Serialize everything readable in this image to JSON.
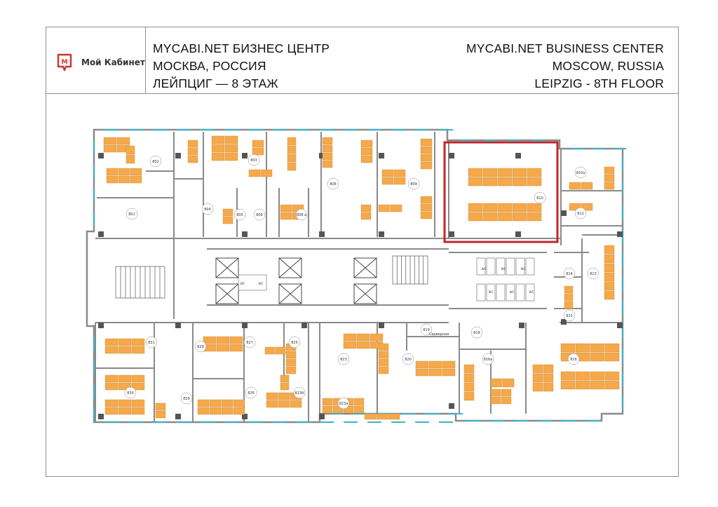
{
  "brand": {
    "logo_letter": "М",
    "logo_text": "Мой Кабинет",
    "accent_color": "#d2322d"
  },
  "title_ru": {
    "line1": "MYCABI.NET БИЗНЕС ЦЕНТР",
    "line2": "МОСКВА, РОССИЯ",
    "line3": "ЛЕЙПЦИГ — 8 ЭТАЖ"
  },
  "title_en": {
    "line1": "MYCABI.NET BUSINESS CENTER",
    "line2": "MOSCOW, RUSSIA",
    "line3": "LEIPZIG - 8TH FLOOR"
  },
  "colors": {
    "desk": "#f5a94a",
    "wall": "#8a8a8a",
    "window": "#3ab4c8",
    "column": "#555555",
    "highlight": "#c0262b"
  },
  "highlighted_room": "810",
  "rooms": [
    {
      "id": "801",
      "label": "801"
    },
    {
      "id": "802",
      "label": "802"
    },
    {
      "id": "803",
      "label": "803"
    },
    {
      "id": "804",
      "label": "804"
    },
    {
      "id": "805",
      "label": "805"
    },
    {
      "id": "806",
      "label": "806"
    },
    {
      "id": "808a",
      "label": "808 а"
    },
    {
      "id": "808",
      "label": "808"
    },
    {
      "id": "809",
      "label": "809"
    },
    {
      "id": "810",
      "label": "810"
    },
    {
      "id": "810a",
      "label": "810а"
    },
    {
      "id": "812",
      "label": "812"
    },
    {
      "id": "813",
      "label": "813"
    },
    {
      "id": "814",
      "label": "814"
    },
    {
      "id": "815",
      "label": "815"
    },
    {
      "id": "816",
      "label": "816"
    },
    {
      "id": "816a",
      "label": "816а"
    },
    {
      "id": "818",
      "label": "818"
    },
    {
      "id": "819",
      "label": "819"
    },
    {
      "id": "server",
      "label": "Серверная"
    },
    {
      "id": "820",
      "label": "820"
    },
    {
      "id": "823",
      "label": "823"
    },
    {
      "id": "823a",
      "label": "823а"
    },
    {
      "id": "823b",
      "label": "823б"
    },
    {
      "id": "825",
      "label": "825"
    },
    {
      "id": "826",
      "label": "826"
    },
    {
      "id": "827",
      "label": "827"
    },
    {
      "id": "828",
      "label": "828"
    },
    {
      "id": "829",
      "label": "829"
    },
    {
      "id": "830",
      "label": "830"
    },
    {
      "id": "831",
      "label": "831"
    }
  ],
  "wc_label": "WC"
}
